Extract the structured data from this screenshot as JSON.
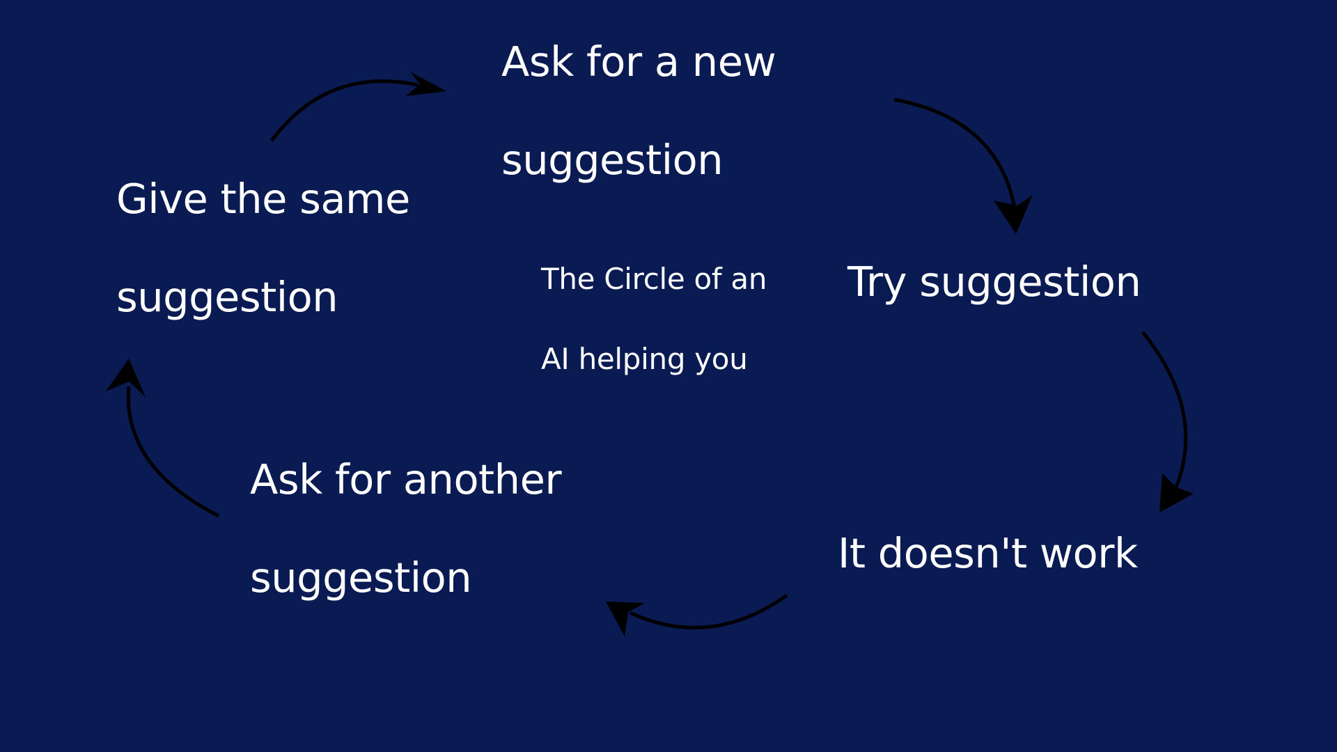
{
  "diagram": {
    "background_color": "#0a1a52",
    "text_color": "#ffffff",
    "arrow_color": "#000000",
    "center": {
      "line1": "The Circle of an",
      "line2": "AI helping you"
    },
    "nodes": {
      "ask_new": {
        "line1": "Ask for a new",
        "line2": "suggestion"
      },
      "try": {
        "line1": "Try suggestion"
      },
      "not_work": {
        "line1": "It doesn't work"
      },
      "ask_another": {
        "line1": "Ask for another",
        "line2": "suggestion"
      },
      "give_same": {
        "line1": "Give the same",
        "line2": "suggestion"
      }
    }
  }
}
